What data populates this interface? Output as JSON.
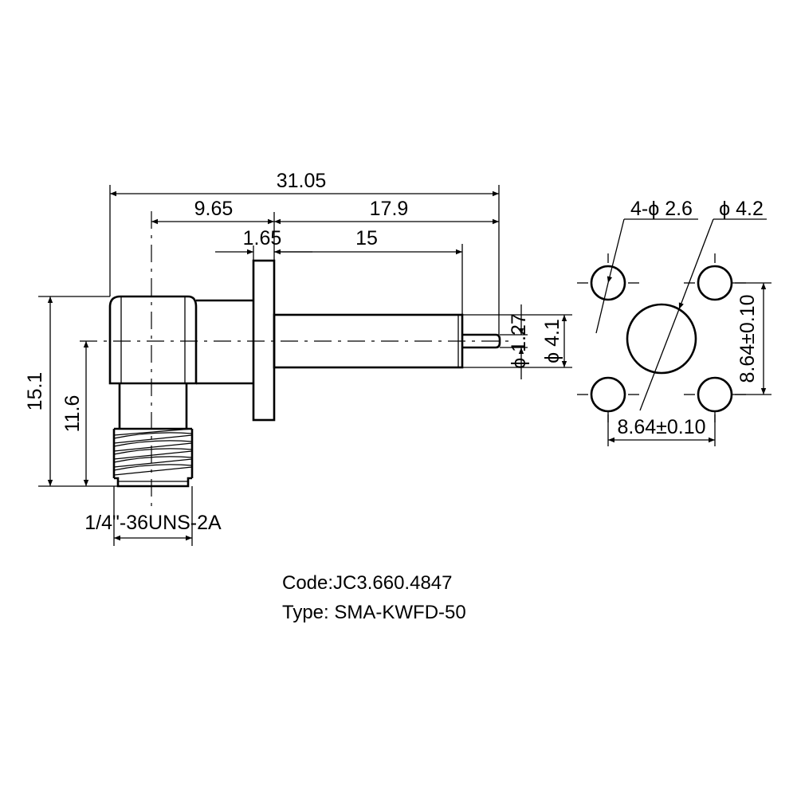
{
  "dimensions": {
    "overall_length": "31.05",
    "body_offset": "9.65",
    "flange_to_end": "17.9",
    "flange_thickness": "1.65",
    "barrel_length": "15",
    "overall_height": "15.1",
    "thread_height": "11.6",
    "pin_diameter": "ϕ 1.27",
    "barrel_diameter": "ϕ 4.1",
    "mount_hole": "4-ϕ 2.6",
    "center_hole": "ϕ 4.2",
    "hole_spacing_vertical": "8.64±0.10",
    "hole_spacing_horizontal": "8.64±0.10",
    "thread_spec": "1/4\"-36UNS-2A"
  },
  "info": {
    "code": "Code:JC3.660.4847",
    "type": "Type: SMA-KWFD-50"
  }
}
